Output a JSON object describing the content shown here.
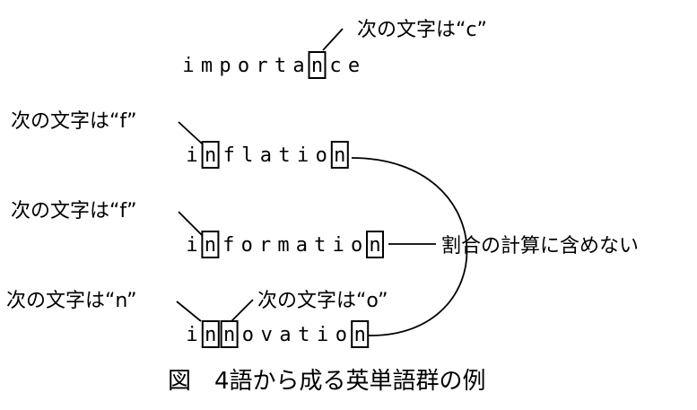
{
  "words": [
    {
      "id": "importance",
      "letters": [
        "i",
        "m",
        "p",
        "o",
        "r",
        "t",
        "a",
        "n",
        "c",
        "e"
      ],
      "boxed": [
        7
      ]
    },
    {
      "id": "inflation",
      "letters": [
        "i",
        "n",
        "f",
        "l",
        "a",
        "t",
        "i",
        "o",
        "n"
      ],
      "boxed": [
        1,
        8
      ]
    },
    {
      "id": "information",
      "letters": [
        "i",
        "n",
        "f",
        "o",
        "r",
        "m",
        "a",
        "t",
        "i",
        "o",
        "n"
      ],
      "boxed": [
        1,
        10
      ]
    },
    {
      "id": "innovation",
      "letters": [
        "i",
        "n",
        "n",
        "o",
        "v",
        "a",
        "t",
        "i",
        "o",
        "n"
      ],
      "boxed": [
        1,
        2,
        9
      ]
    }
  ],
  "annotations": {
    "importance_next": "次の文字は“c”",
    "inflation_next": "次の文字は“f”",
    "information_next": "次の文字は“f”",
    "innovation_next_n": "次の文字は“n”",
    "innovation_next_o": "次の文字は“o”",
    "exclude_label": "割合の計算に含めない"
  },
  "caption": "図　4語から成る英単語群の例"
}
